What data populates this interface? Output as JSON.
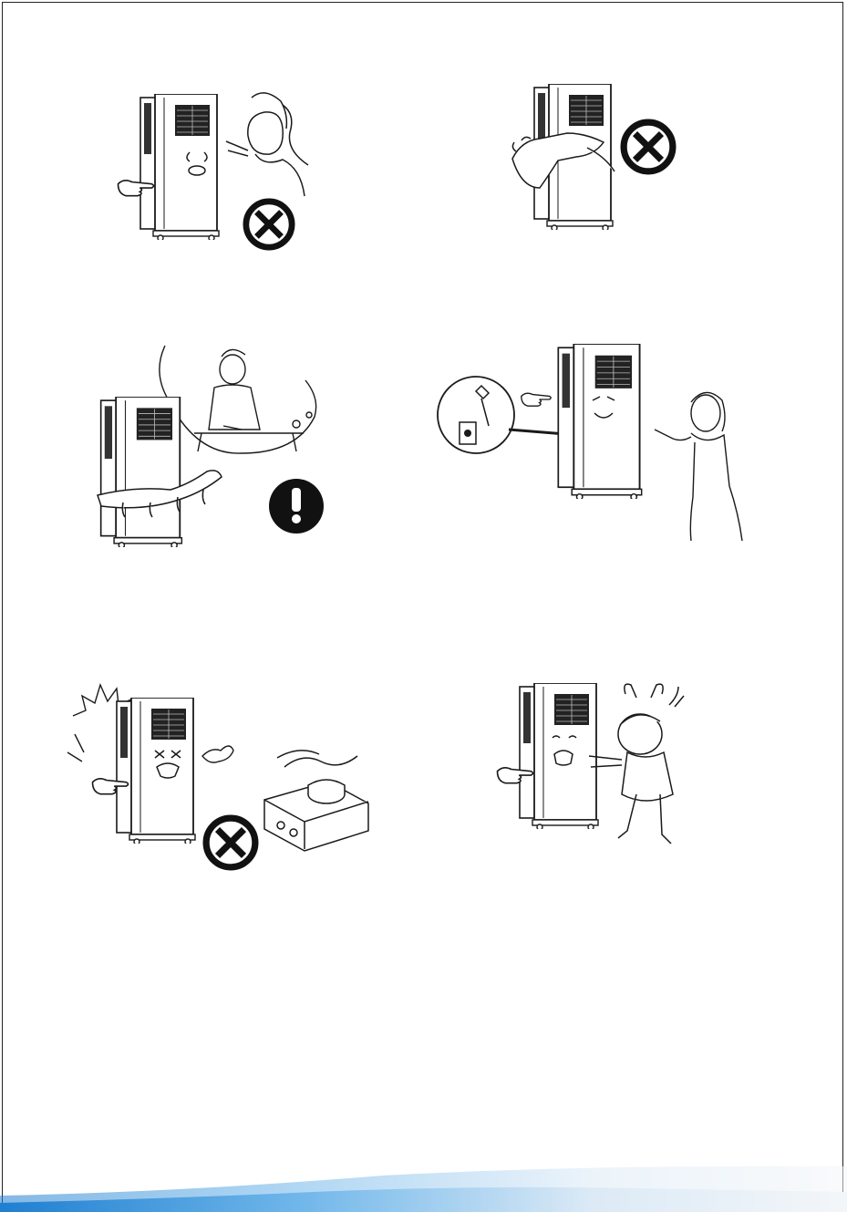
{
  "page": {
    "accent_color": "#2b8fd6",
    "line_color": "#1a1a1a"
  },
  "panels": [
    {
      "id": "p1",
      "scene": "unit-with-woman",
      "sign": "prohibition-sign-icon"
    },
    {
      "id": "p2",
      "scene": "unit-with-hands",
      "sign": "prohibition-sign-icon"
    },
    {
      "id": "p3",
      "scene": "unit-wet-with-thought-bubble",
      "sign": "warning-exclamation-icon"
    },
    {
      "id": "p4",
      "scene": "unit-with-plug-inset-and-woman",
      "sign": ""
    },
    {
      "id": "p5",
      "scene": "unit-near-stove",
      "sign": "prohibition-sign-icon"
    },
    {
      "id": "p6",
      "scene": "unit-pushed-by-child",
      "sign": ""
    }
  ]
}
